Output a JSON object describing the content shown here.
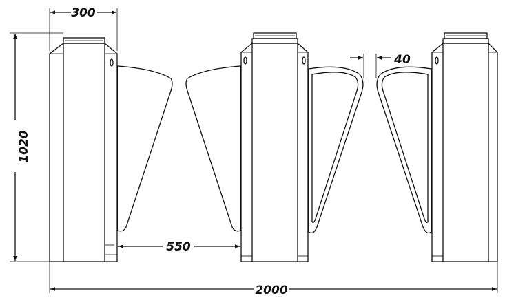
{
  "dimensions": {
    "cabinet_width": "300",
    "height": "1020",
    "passage_width": "550",
    "flap_offset": "40",
    "total_length": "2000"
  }
}
